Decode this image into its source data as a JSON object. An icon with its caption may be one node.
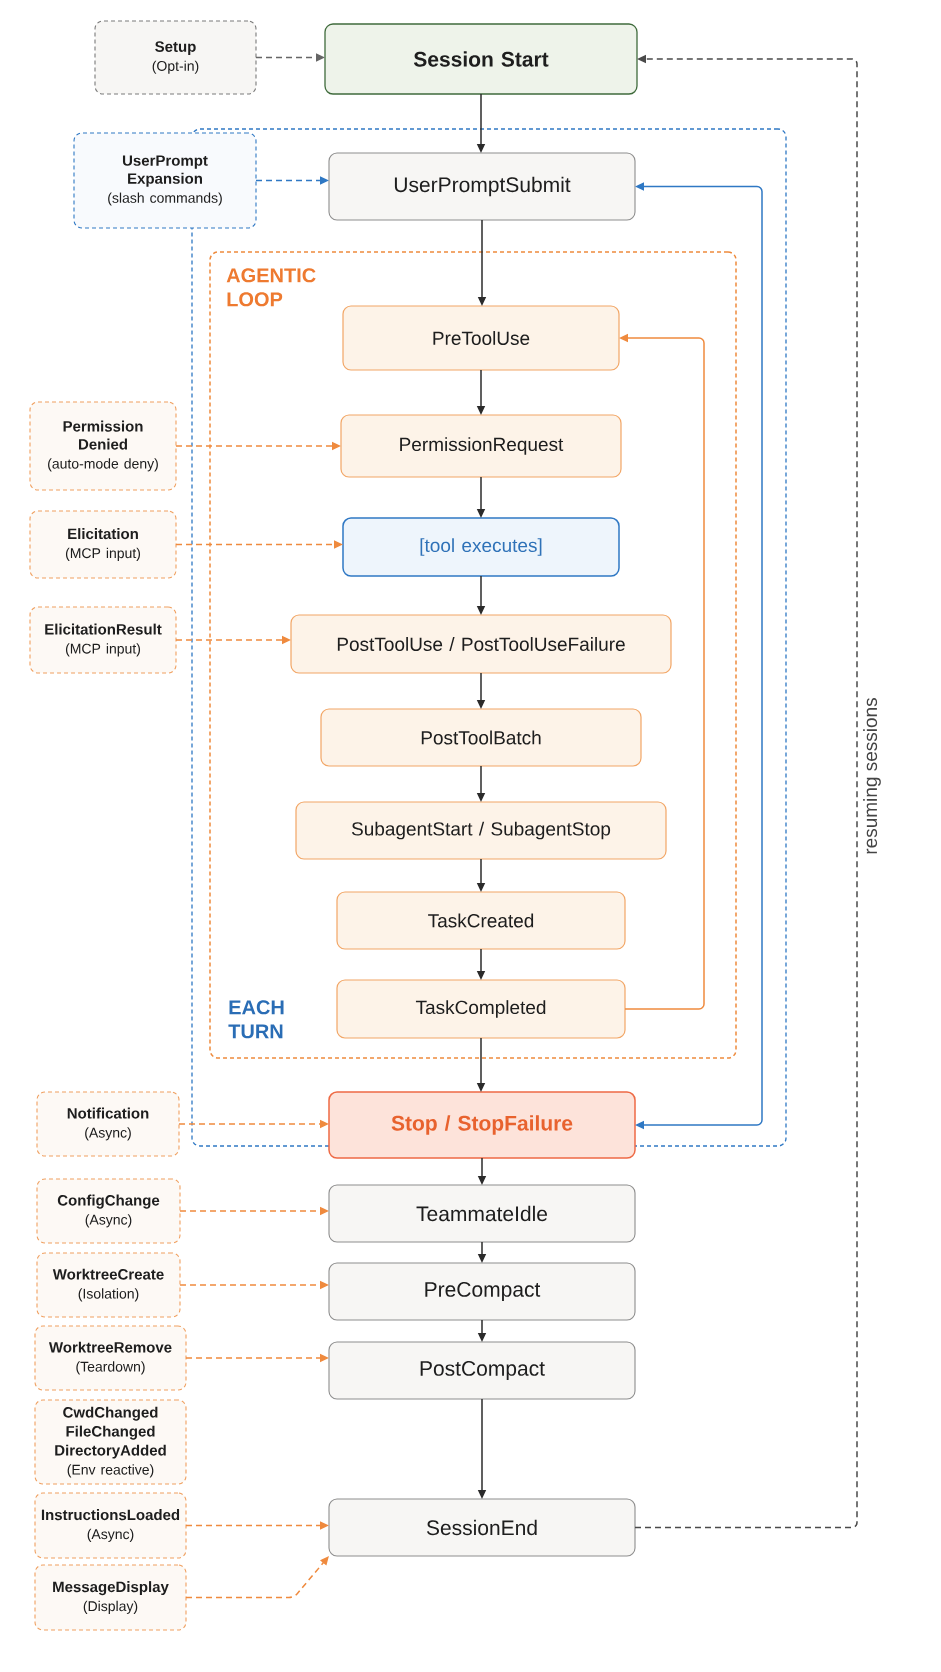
{
  "diagram": {
    "nodes": [
      {
        "text": [
          "Setup",
          "(Opt-in)"
        ]
      },
      {
        "text": [
          "Session Start"
        ]
      },
      {
        "text": [
          "UserPrompt Expansion",
          "(slash commands)"
        ]
      },
      {
        "text": [],
        "shape": "box"
      },
      {
        "text": [
          "UserPromptSubmit"
        ],
        "in": 3
      },
      {
        "text": [
          "AGENTIC LOOP",
          "EACH TURN"
        ],
        "in": 3
      },
      {
        "text": [
          "PreToolUse"
        ],
        "in": 5
      },
      {
        "text": [
          "Permission Denied",
          "(auto-mode deny)"
        ]
      },
      {
        "text": [
          "PermissionRequest"
        ],
        "in": 5
      },
      {
        "text": [
          "Elicitation",
          "(MCP input)"
        ]
      },
      {
        "text": [
          "[tool executes]"
        ],
        "in": 5
      },
      {
        "text": [
          "ElicitationResult",
          "(MCP input)"
        ]
      },
      {
        "text": [
          "PostToolUse / PostToolUseFailure"
        ],
        "in": 5
      },
      {
        "text": [
          "PostToolBatch"
        ],
        "in": 5
      },
      {
        "text": [
          "SubagentStart / SubagentStop"
        ],
        "in": 5
      },
      {
        "text": [
          "TaskCreated"
        ],
        "in": 5
      },
      {
        "text": [
          "TaskCompleted"
        ],
        "in": 5
      },
      {
        "text": [
          "Notification",
          "(Async)"
        ]
      },
      {
        "text": [
          "Stop / StopFailure"
        ]
      },
      {
        "text": [
          "ConfigChange",
          "(Async)"
        ]
      },
      {
        "text": [
          "TeammateIdle"
        ]
      },
      {
        "text": [
          "WorktreeCreate",
          "(Isolation)"
        ]
      },
      {
        "text": [
          "PreCompact"
        ]
      },
      {
        "text": [
          "WorktreeRemove",
          "(Teardown)"
        ]
      },
      {
        "text": [
          "PostCompact"
        ]
      },
      {
        "text": [
          "CwdChanged",
          "FileChanged",
          "DirectoryAdded",
          "(Env reactive)"
        ]
      },
      {
        "text": [
          "InstructionsLoaded",
          "(Async)"
        ]
      },
      {
        "text": [
          "SessionEnd"
        ]
      },
      {
        "text": [
          "MessageDisplay",
          "(Display)"
        ]
      }
    ],
    "edges": [
      {
        "from": 0,
        "to": 1,
        "arrow": "to",
        "style": "dashed",
        "color": "#666666"
      },
      {
        "from": 1,
        "to": 4,
        "arrow": "to"
      },
      {
        "from": 2,
        "to": 4,
        "arrow": "to",
        "style": "dashed",
        "color": "#2f78c4"
      },
      {
        "from": 4,
        "to": 6,
        "arrow": "to"
      },
      {
        "from": 6,
        "to": 8,
        "arrow": "to"
      },
      {
        "from": 7,
        "to": 8,
        "arrow": "to",
        "style": "dashed",
        "color": "#ef8a3e"
      },
      {
        "from": 8,
        "to": 10,
        "arrow": "to"
      },
      {
        "from": 9,
        "to": 10,
        "arrow": "to",
        "style": "dashed",
        "color": "#ef8a3e"
      },
      {
        "from": 10,
        "to": 12,
        "arrow": "to"
      },
      {
        "from": 11,
        "to": 12,
        "arrow": "to",
        "style": "dashed",
        "color": "#ef8a3e"
      },
      {
        "from": 12,
        "to": 13,
        "arrow": "to"
      },
      {
        "from": 13,
        "to": 14,
        "arrow": "to"
      },
      {
        "from": 14,
        "to": 15,
        "arrow": "to"
      },
      {
        "from": 15,
        "to": 16,
        "arrow": "to"
      },
      {
        "from": 16,
        "to": 6,
        "arrow": "to",
        "color": "#ef8a3e"
      },
      {
        "from": 16,
        "to": 18,
        "arrow": "to"
      },
      {
        "from": 17,
        "to": 18,
        "arrow": "to",
        "style": "dashed",
        "color": "#ef8a3e"
      },
      {
        "from": 18,
        "to": 4,
        "arrow": "both",
        "color": "#2f78c4"
      },
      {
        "from": 18,
        "to": 20,
        "arrow": "to"
      },
      {
        "from": 19,
        "to": 20,
        "arrow": "to",
        "style": "dashed",
        "color": "#ef8a3e"
      },
      {
        "from": 20,
        "to": 22,
        "arrow": "to"
      },
      {
        "from": 21,
        "to": 22,
        "arrow": "to",
        "style": "dashed",
        "color": "#ef8a3e"
      },
      {
        "from": 22,
        "to": 24,
        "arrow": "to"
      },
      {
        "from": 23,
        "to": 24,
        "arrow": "to",
        "style": "dashed",
        "color": "#ef8a3e"
      },
      {
        "from": 24,
        "to": 27,
        "arrow": "to"
      },
      {
        "from": 26,
        "to": 27,
        "arrow": "to",
        "style": "dashed",
        "color": "#ef8a3e"
      },
      {
        "from": 28,
        "to": 27,
        "arrow": "to",
        "style": "dashed",
        "color": "#ef8a3e"
      },
      {
        "from": 27,
        "to": 1,
        "arrow": "to",
        "style": "dashed",
        "color": "#4a4a4a",
        "label": "resuming sessions"
      }
    ]
  }
}
